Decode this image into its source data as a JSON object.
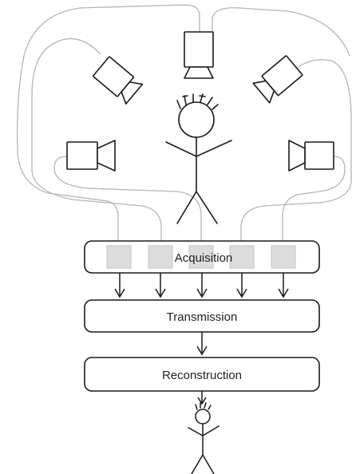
{
  "pipeline": {
    "acquisition_label": "Acquisition",
    "transmission_label": "Transmission",
    "reconstruction_label": "Reconstruction"
  },
  "scene": {
    "camera_count": 5,
    "subject": "stick-figure",
    "viewer": "stick-figure"
  },
  "colors": {
    "stroke": "#1a1a1a",
    "cable": "#b5b5b5",
    "sensor_fill": "#dcdcdc",
    "background": "#ffffff"
  }
}
